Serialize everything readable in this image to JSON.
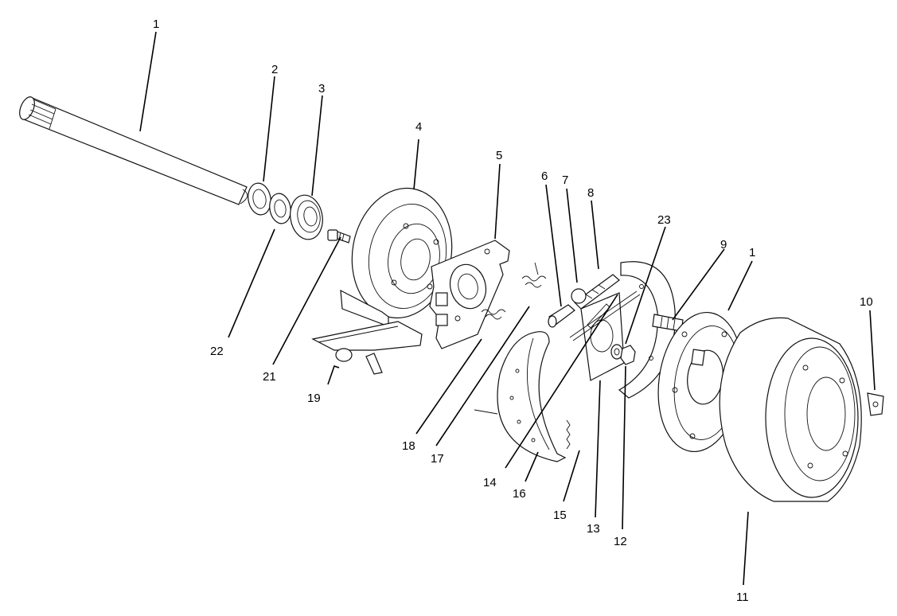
{
  "callouts": {
    "c1a": "1",
    "c1b": "1",
    "c2": "2",
    "c3": "3",
    "c4": "4",
    "c5": "5",
    "c6": "6",
    "c7": "7",
    "c8": "8",
    "c9": "9",
    "c10": "10",
    "c11": "11",
    "c12": "12",
    "c13": "13",
    "c14": "14",
    "c15": "15",
    "c16": "16",
    "c17": "17",
    "c18": "18",
    "c19": "19",
    "c21": "21",
    "c22": "22",
    "c23": "23"
  }
}
